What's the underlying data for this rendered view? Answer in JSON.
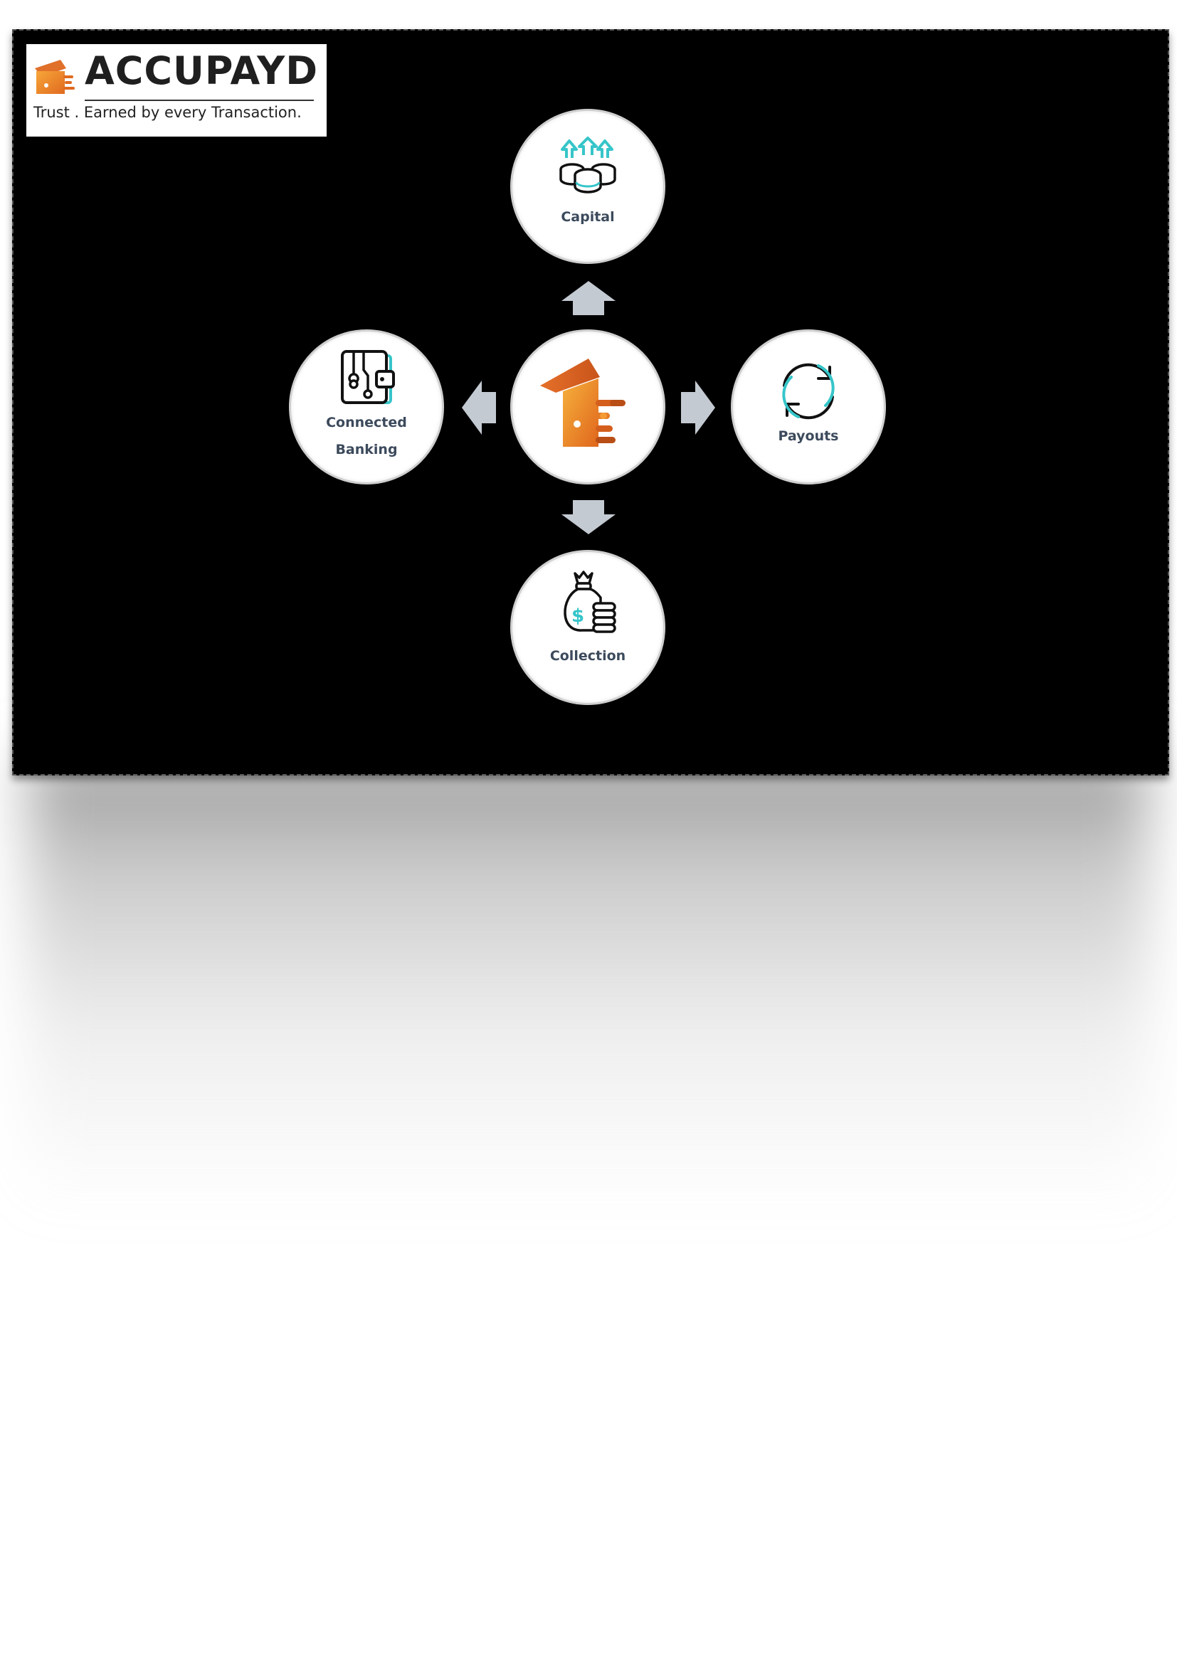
{
  "brand": {
    "name": "ACCUPAYD",
    "tagline": "Trust . Earned by every Transaction."
  },
  "diagram": {
    "center": {
      "icon": "accupayd-logo-icon"
    },
    "nodes": {
      "capital": {
        "label": "Capital",
        "icon": "coins-up-arrows-icon"
      },
      "connected_banking": {
        "label_line1": "Connected",
        "label_line2": "Banking",
        "icon": "wallet-circuit-icon"
      },
      "payouts": {
        "label": "Payouts",
        "icon": "refresh-arrows-icon"
      },
      "collection": {
        "label": "Collection",
        "icon": "money-bag-coins-icon"
      }
    }
  },
  "colors": {
    "background": "#000000",
    "circle_fill": "#ffffff",
    "arrow_fill": "#c4cad2",
    "label_text": "#3c4a5c",
    "accent_teal": "#36c5c9",
    "brand_orange": "#f08a2a"
  }
}
